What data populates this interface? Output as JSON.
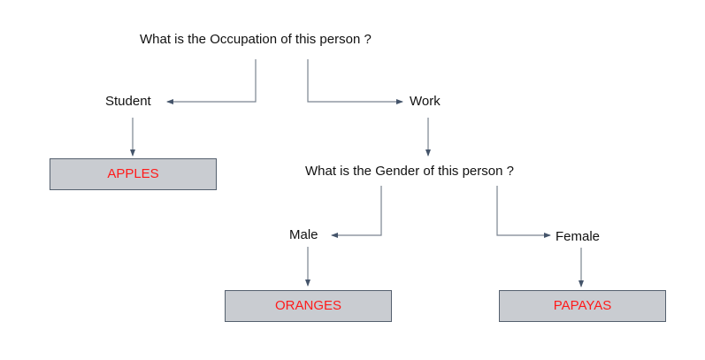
{
  "colors": {
    "background": "#ffffff",
    "text": "#111111",
    "outcome_text": "#ff1a1a",
    "box_fill": "#c9ccd1",
    "box_border": "#55606e",
    "connector": "#7a8490",
    "arrowhead": "#44546a"
  },
  "diagram": {
    "question_occupation": "What is the Occupation of this person ?",
    "branch_student": "Student",
    "branch_work": "Work",
    "question_gender": "What is the Gender of this person ?",
    "branch_male": "Male",
    "branch_female": "Female",
    "outcome_student": "APPLES",
    "outcome_male": "ORANGES",
    "outcome_female": "PAPAYAS"
  }
}
